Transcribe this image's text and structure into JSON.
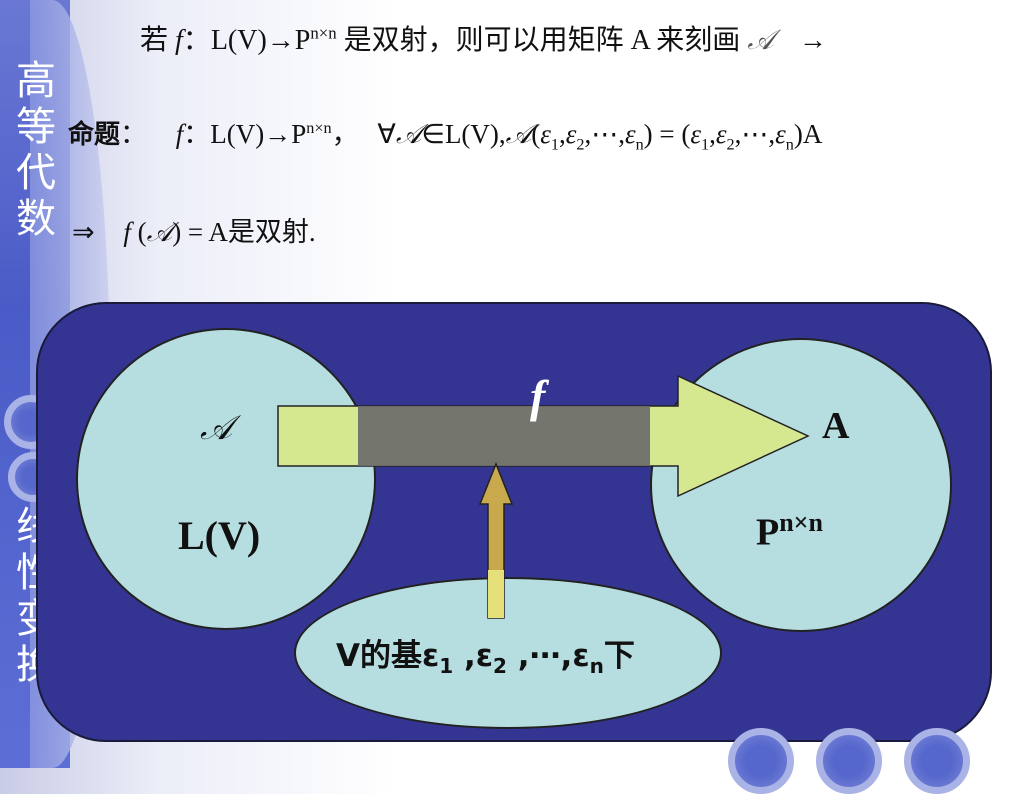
{
  "sidebar": {
    "top_title": [
      "高",
      "等",
      "代",
      "数"
    ],
    "bottom_title": [
      "线",
      "性",
      "变",
      "换"
    ]
  },
  "lines": {
    "line1": {
      "ruo": "若",
      "f": "f",
      "colon": "：",
      "LV": "L(V)",
      "to": "→",
      "P": "P",
      "nxn": "n×n",
      "text": "是双射，则可以用矩阵 A 来刻画",
      "calA": "𝒜",
      "arrow": "→"
    },
    "line2": {
      "label": "命题",
      "colon": "：",
      "f": "f",
      "colon2": "：",
      "LV": "L(V)",
      "to": "→",
      "P": "P",
      "nxn": "n×n",
      "comma": "，",
      "forall": "∀",
      "calA": "𝒜",
      "in": "∈",
      "LV2": "L(V),",
      "calA2": "𝒜",
      "open": "(",
      "eps": "ε",
      "s1": "1",
      "s2": "2",
      "sn": "n",
      "dots": ",⋯,",
      "eq": ") = (",
      "close": ")A",
      "c": ","
    },
    "line3": {
      "implies": "⇒",
      "f": "f",
      "open": "(",
      "calA": "𝒜",
      "rest": ") = A",
      "text": "是双射."
    }
  },
  "diagram": {
    "left_set": "L(V)",
    "left_elem": "𝒜",
    "right_set": "P",
    "right_sup": "n×n",
    "right_elem": "A",
    "map_label": "f",
    "basis": {
      "prefix": "V的基",
      "eps": "ε",
      "sub1": "1",
      "sub2": "2",
      "subn": "n",
      "sep": " ,",
      "dots": " ,⋯,",
      "suffix": "下"
    }
  }
}
